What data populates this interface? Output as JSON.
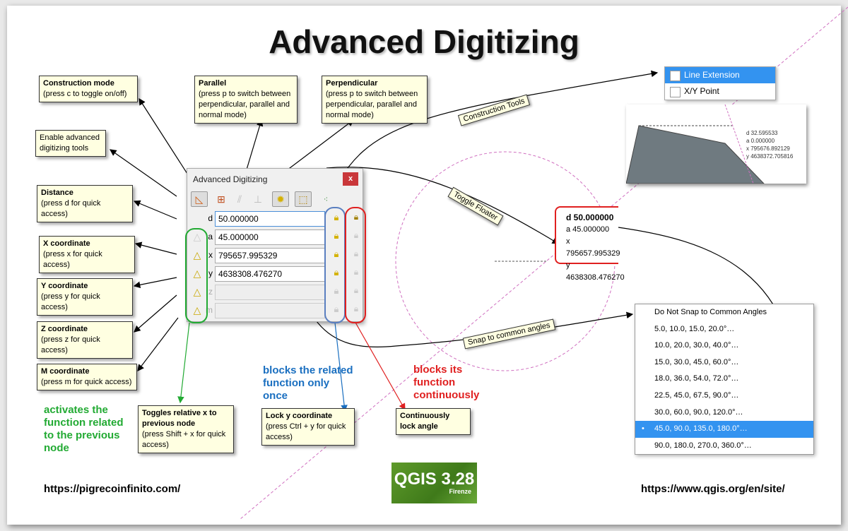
{
  "title": "Advanced Digitizing",
  "notes": {
    "construction": {
      "title": "Construction mode",
      "body": "(press c to toggle on/off)"
    },
    "parallel": {
      "title": "Parallel",
      "body": "(press p to switch between perpendicular, parallel and normal mode)"
    },
    "perpendicular": {
      "title": "Perpendicular",
      "body": "(press p to switch between perpendicular, parallel and normal mode)"
    },
    "enable": {
      "body": "Enable advanced digitizing tools"
    },
    "distance": {
      "title": "Distance",
      "body": "(press d for quick access)"
    },
    "x": {
      "title": "X coordinate",
      "body": "(press x for quick access)"
    },
    "y": {
      "title": "Y coordinate",
      "body": "(press y for quick access)"
    },
    "z": {
      "title": "Z coordinate",
      "body": "(press z for quick access)"
    },
    "m": {
      "title": "M coordinate",
      "body": "(press m for quick access)"
    },
    "relative": {
      "title": "Toggles relative x to previous node",
      "body": "(press Shift + x for quick access)"
    },
    "locky": {
      "title": "Lock y coordinate",
      "body": "(press Ctrl + y for quick access)"
    },
    "contlock": {
      "title": "Continuously lock angle"
    }
  },
  "tags": {
    "construction_tools": "Construction Tools",
    "toggle_floater": "Toggle Floater",
    "snap": "Snap to common angles"
  },
  "dialog": {
    "title": "Advanced Digitizing",
    "close": "x",
    "rows": [
      {
        "label": "d",
        "value": "50.000000"
      },
      {
        "label": "a",
        "value": "45.000000"
      },
      {
        "label": "x",
        "value": "795657.995329"
      },
      {
        "label": "y",
        "value": "4638308.476270"
      },
      {
        "label": "z",
        "value": ""
      },
      {
        "label": "m",
        "value": ""
      }
    ]
  },
  "floater": {
    "d": "d 50.000000",
    "a": "a 45.000000",
    "x": "x 795657.995329",
    "y": "y 4638308.476270"
  },
  "construction_menu": [
    "Line Extension",
    "X/Y Point"
  ],
  "preview": {
    "d": "d 32.595533",
    "a": "a 0.000000",
    "x": "x 795676.892129",
    "y": "y 4638372.705816"
  },
  "snap_menu": {
    "items": [
      "Do Not Snap to Common Angles",
      "5.0, 10.0, 15.0, 20.0°…",
      "10.0, 20.0, 30.0, 40.0°…",
      "15.0, 30.0, 45.0, 60.0°…",
      "18.0, 36.0, 54.0, 72.0°…",
      "22.5, 45.0, 67.5, 90.0°…",
      "30.0, 60.0, 90.0, 120.0°…",
      "45.0, 90.0, 135.0, 180.0°…",
      "90.0, 180.0, 270.0, 360.0°…"
    ],
    "selected": "45.0, 90.0, 135.0, 180.0°…"
  },
  "callouts": {
    "green": "activates the function related to the previous node",
    "blue": "blocks the related function only once",
    "red": "blocks its function continuously"
  },
  "logo": {
    "name": "QGIS 3.28",
    "sub": "Firenze"
  },
  "links": {
    "left": "https://pigrecoinfinito.com/",
    "right": "https://www.qgis.org/en/site/"
  },
  "colors": {
    "green": "#22aa33",
    "blue": "#1a6fc0",
    "red": "#e02020",
    "note_bg": "#ffffe1",
    "highlight": "#3393f0"
  }
}
